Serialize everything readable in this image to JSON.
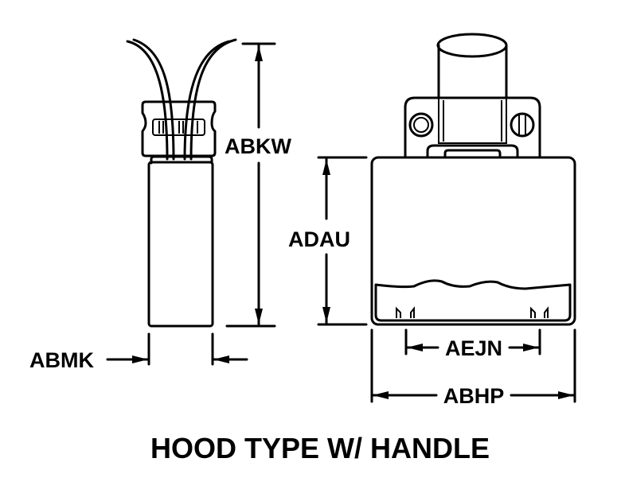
{
  "title": "HOOD TYPE W/ HANDLE",
  "dimensions": {
    "height_left": "ABKW",
    "width_left": "ABMK",
    "height_right": "ADAU",
    "inner_width": "AEJN",
    "overall_width": "ABHP"
  }
}
